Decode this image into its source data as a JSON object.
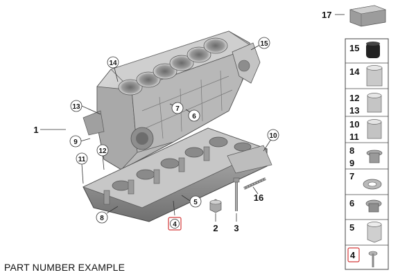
{
  "caption": "PART NUMBER EXAMPLE",
  "main_assembly_label": "1",
  "callouts": {
    "c15": "15",
    "c14": "14",
    "c13": "13",
    "c7": "7",
    "c6": "6",
    "c9": "9",
    "c12": "12",
    "c10": "10",
    "c11": "11",
    "c5": "5",
    "c4": "4",
    "c8": "8",
    "c2": "2",
    "c3": "3",
    "c16": "16"
  },
  "sidebar": {
    "header_label": "17",
    "items": [
      "15",
      "14",
      "12",
      "13",
      "10",
      "11",
      "8",
      "9",
      "7",
      "6",
      "5",
      "4"
    ]
  },
  "highlight_color": "#d43a3a"
}
